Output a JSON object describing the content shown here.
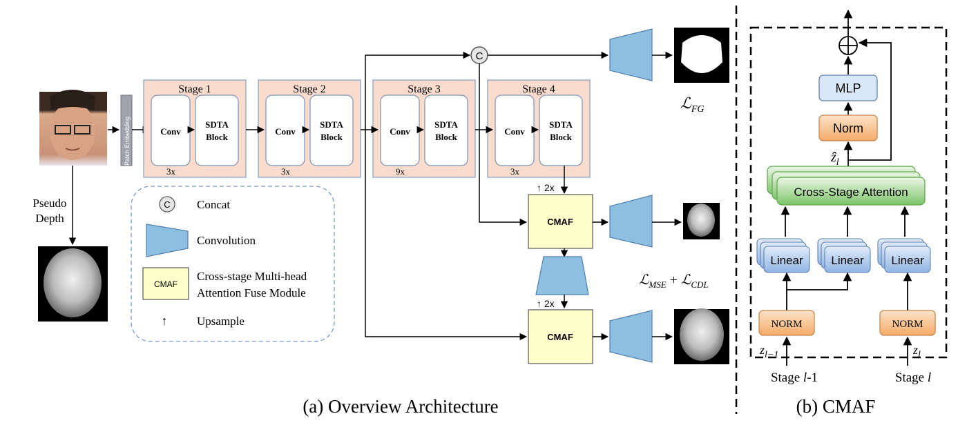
{
  "inputs": {
    "pseudo_depth_label_line1": "Pseudo",
    "pseudo_depth_label_line2": "Depth",
    "patch_embedding": "Patch Embedding"
  },
  "stages": [
    {
      "title": "Stage 1",
      "conv": "Conv",
      "block_line1": "SDTA",
      "block_line2": "Block",
      "repeat": "3x"
    },
    {
      "title": "Stage 2",
      "conv": "Conv",
      "block_line1": "SDTA",
      "block_line2": "Block",
      "repeat": "3x"
    },
    {
      "title": "Stage 3",
      "conv": "Conv",
      "block_line1": "SDTA",
      "block_line2": "Block",
      "repeat": "9x"
    },
    {
      "title": "Stage 4",
      "conv": "Conv",
      "block_line1": "SDTA",
      "block_line2": "Block",
      "repeat": "3x"
    }
  ],
  "concat_symbol": "C",
  "cmaf_label": "CMAF",
  "upsample_label": "↑ 2x",
  "loss_fg": "ℒ",
  "loss_fg_sub": "FG",
  "loss_mse_cdl": {
    "l1": "ℒ",
    "s1": "MSE",
    "plus": " + ",
    "l2": "ℒ",
    "s2": "CDL"
  },
  "legend": {
    "concat_symbol": "C",
    "concat": "Concat",
    "convolution": "Convolution",
    "cmaf_box": "CMAF",
    "cmaf_line1": "Cross-stage Multi-head",
    "cmaf_line2": "Attention Fuse Module",
    "upsample_symbol": "↑",
    "upsample": "Upsample"
  },
  "cmaf_detail": {
    "mlp": "MLP",
    "norm": "Norm",
    "zhat": "ẑ",
    "zhat_sub": "l",
    "cross_stage_attention": "Cross-Stage Attention",
    "linear": "Linear",
    "norm_caps": "NORM",
    "z_prev": "z",
    "z_prev_sub": "l−1",
    "z_cur": "z",
    "z_cur_sub": "l",
    "stage_prev_prefix": "Stage ",
    "stage_prev_var": "l",
    "stage_prev_suffix": "-1",
    "stage_cur_prefix": "Stage ",
    "stage_cur_var": "l"
  },
  "captions": {
    "overview": "(a) Overview Architecture",
    "cmaf": "(b) CMAF"
  },
  "colors": {
    "stage_fill": "#f9dccd",
    "stage_stroke": "#7f9ec4",
    "block_stroke": "#7a8fb5",
    "conv_fill": "#8dbfe0",
    "conv_stroke": "#4f7fae",
    "cmaf_fill": "#ffffcc",
    "attention_fill": "#9fd690",
    "norm_fill": "#f8c08b",
    "linear_fill": "#a9c8ec",
    "mlp_fill": "#d9e8f8"
  }
}
